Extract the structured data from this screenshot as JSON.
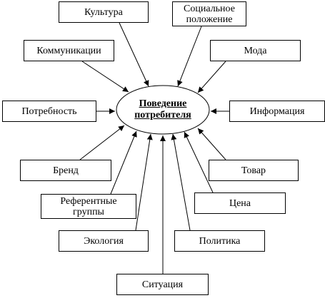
{
  "center": {
    "label": "Поведение\nпотребителя"
  },
  "factors": {
    "culture": "Культура",
    "social_status": "Социальное\nположение",
    "communications": "Коммуникации",
    "fashion": "Мода",
    "need": "Потребность",
    "information": "Информация",
    "brand": "Бренд",
    "product": "Товар",
    "reference_groups": "Референтные\nгруппы",
    "price": "Цена",
    "ecology": "Экология",
    "politics": "Политика",
    "situation": "Ситуация"
  }
}
